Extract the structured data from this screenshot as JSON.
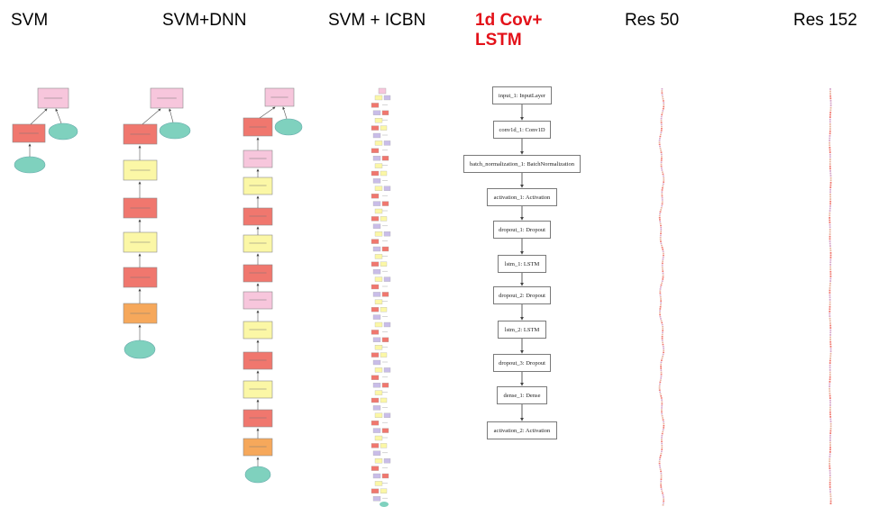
{
  "columns": {
    "svm": "SVM",
    "svm_dnn": "SVM+DNN",
    "svm_icbn": "SVM + ICBN",
    "cov_lstm_line1": "1d Cov+",
    "cov_lstm_line2": "LSTM",
    "res50": "Res 50",
    "res152": "Res 152"
  },
  "highlight_color": "#e3121a",
  "node_colors": {
    "pink": "#f7c6dc",
    "salmon": "#f0776e",
    "yellow": "#fbf7a6",
    "orange": "#f6a85b",
    "teal": "#7fd1be",
    "lavender": "#c9bde8"
  },
  "lstm_layers": [
    "input_1: InputLayer",
    "conv1d_1: Conv1D",
    "batch_normalization_1: BatchNormalization",
    "activation_1: Activation",
    "dropout_1: Dropout",
    "lstm_1: LSTM",
    "dropout_2: Dropout",
    "lstm_2: LSTM",
    "dropout_3: Dropout",
    "dense_1: Dense",
    "activation_2: Activation"
  ]
}
